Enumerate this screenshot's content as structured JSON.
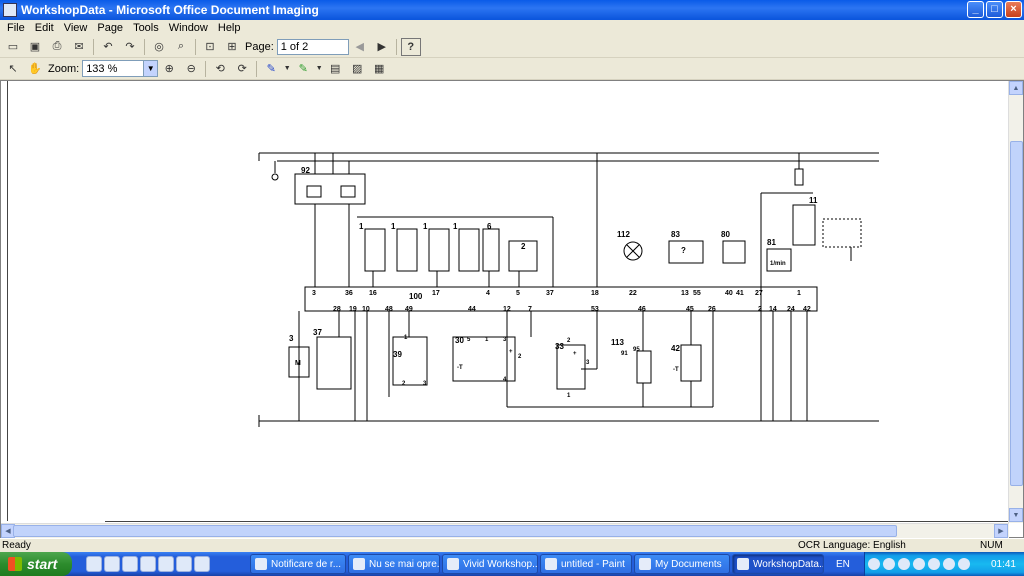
{
  "window": {
    "title": "WorkshopData - Microsoft Office Document Imaging",
    "minimize": "_",
    "maximize": "□",
    "close": "×"
  },
  "menu": [
    "File",
    "Edit",
    "View",
    "Page",
    "Tools",
    "Window",
    "Help"
  ],
  "toolbar1": {
    "page_label": "Page:",
    "page_value": "1 of 2",
    "prev": "◀",
    "next": "▶",
    "help": "?"
  },
  "toolbar2": {
    "zoom_label": "Zoom:",
    "zoom_value": "133 %"
  },
  "icons": [
    "open-icon",
    "save-icon",
    "print-icon",
    "send-icon",
    "undo-icon",
    "redo-icon",
    "read-icon",
    "find-icon",
    "scan-icon",
    "ocr-icon",
    "select-icon",
    "pan-icon",
    "zoom-in-icon",
    "zoom-out-icon",
    "rotate-left-icon",
    "rotate-right-icon",
    "pen-icon",
    "highlighter-icon",
    "text-box-icon",
    "picture-icon",
    "annotation-icon"
  ],
  "diagram": {
    "labels": [
      "92",
      "1",
      "1",
      "1",
      "1",
      "6",
      "2",
      "112",
      "83",
      "?",
      "80",
      "81",
      "1/min",
      "11",
      "100",
      "3",
      "37",
      "39",
      "1",
      "2",
      "3",
      "30",
      "5",
      "1",
      "3",
      "2",
      "4",
      "33",
      "2",
      "3",
      "1",
      "113",
      "91",
      "95",
      "42",
      "-T",
      "-T",
      "M",
      "+",
      "+"
    ],
    "connector_top": [
      "3",
      "36",
      "16",
      "17",
      "4",
      "5",
      "37",
      "18",
      "22",
      "13",
      "55",
      "40",
      "41",
      "27",
      "1"
    ],
    "connector_bottom": [
      "28",
      "19",
      "10",
      "48",
      "49",
      "44",
      "12",
      "7",
      "53",
      "46",
      "45",
      "26",
      "2",
      "14",
      "24",
      "42"
    ]
  },
  "status": {
    "ready": "Ready",
    "ocr": "OCR Language: English",
    "num": "NUM"
  },
  "taskbar": {
    "start": "start",
    "tasks": [
      "Notificare de r...",
      "Nu se mai opre...",
      "Vivid Workshop...",
      "untitled - Paint",
      "My Documents",
      "WorkshopData..."
    ],
    "lang": "EN",
    "clock": "01:41"
  }
}
